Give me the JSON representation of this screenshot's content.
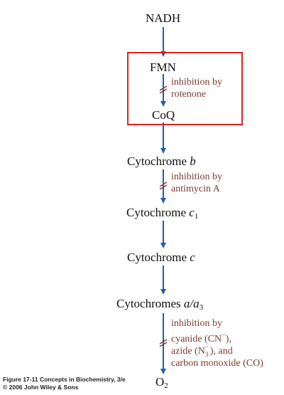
{
  "colors": {
    "arrow": "#1f5fae",
    "inhibition_text": "#7a3b2e",
    "highlight_box": "#e02020",
    "label": "#111111"
  },
  "nodes": {
    "nadh": "NADH",
    "fmn": "FMN",
    "coq": "CoQ",
    "cyt_b_main": "Cytochrome ",
    "cyt_b_italic": "b",
    "cyt_c1_main": "Cytochrome ",
    "cyt_c1_italic": "c",
    "cyt_c1_sub": "1",
    "cyt_c_main": "Cytochrome ",
    "cyt_c_italic": "c",
    "cyt_aa3_main": "Cytochromes ",
    "cyt_aa3_italic": "a/a",
    "cyt_aa3_sub": "3",
    "o2_main": "O",
    "o2_sub": "2"
  },
  "inhibitions": {
    "rotenone": [
      "inhibition by",
      "rotenone"
    ],
    "antimycin": [
      "inhibition by",
      "antimycin A"
    ],
    "cyanide_line1": "inhibition by",
    "cyanide_line2_pre": "cyanide (CN",
    "cyanide_line2_sup": "−",
    "cyanide_line2_post": "),",
    "cyanide_line3_pre": "azide (N",
    "cyanide_line3_sup": "−",
    "cyanide_line3_sub": "3",
    "cyanide_line3_post": "), and",
    "cyanide_line4": "carbon monoxide (CO)"
  },
  "caption": {
    "line1": "Figure 17-11  Concepts in Biochemistry, 3/e",
    "line2": "© 2006 John Wiley & Sons"
  }
}
